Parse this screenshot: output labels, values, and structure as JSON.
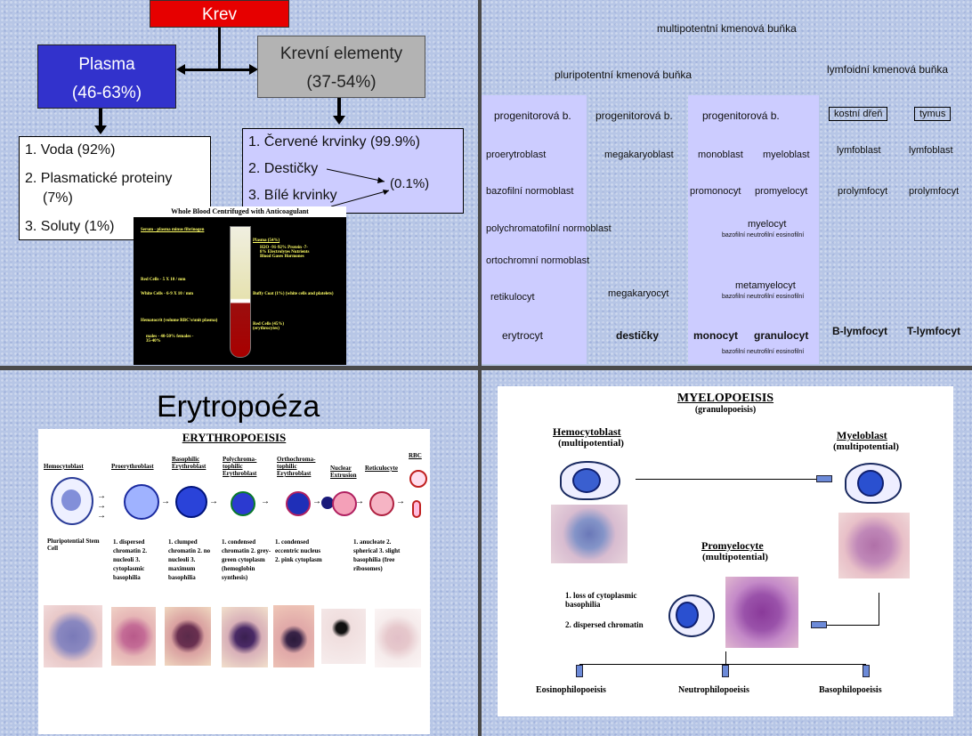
{
  "q1": {
    "krev": "Krev",
    "plasma": {
      "label": "Plasma",
      "pct": "(46-63%)"
    },
    "krevni": {
      "label": "Krevní elementy",
      "pct": "(37-54%)"
    },
    "plasma_list": [
      "1. Voda (92%)",
      "2. Plasmatické proteiny",
      "(7%)",
      "3. Soluty (1%)"
    ],
    "elements_list": [
      "1. Červené krvinky (99.9%)",
      "2. Destičky",
      "3. Bílé krvinky"
    ],
    "elements_pct": "(0.1%)",
    "blood_image": {
      "title": "Whole Blood Centrifuged with Anticoagulant",
      "serum": "Serum - plasma minus fibrinogen",
      "red_cells": "Red Cells - 5 X 10  / mm",
      "white_cells": "White Cells - 6-9 X 10  / mm",
      "hematocrit": "Hematocrit (volume RBC's/unit plasma)",
      "hematocrit_vals": "males - 40-50%  females - 35-40%",
      "plasma": "Plasma (54%)",
      "plasma_items": "H2O -91-92%  Protein -7-8%  Electrolytes  Nutrients  Blood Gases  Hormones",
      "buffy": "Buffy Coat (1%) (white cells and platelets)",
      "redcells": "Red Cells (45%) (erythrocytes)"
    }
  },
  "q2": {
    "multipotent": "multipotentní kmenová buňka",
    "pluripotent": "pluripotentní kmenová buňka",
    "lymfoid": "lymfoidní kmenová buňka",
    "progenitor": "progenitorová b.",
    "kostni": "kostní dřeň",
    "tymus": "tymus",
    "proerytroblast": "proerytroblast",
    "megakaryoblast": "megakaryoblast",
    "monoblast": "monoblast",
    "myeloblast": "myeloblast",
    "lymfoblast": "lymfoblast",
    "bazofilni": "bazofilní normoblast",
    "promonocyt": "promonocyt",
    "promyelocyt": "promyelocyt",
    "prolymfocyt": "prolymfocyt",
    "polychrom": "polychromatofilní normoblast",
    "myelocyt": "myelocyt",
    "ortochrom": "ortochromní normoblast",
    "retikulocyt": "retikulocyt",
    "megakaryocyt": "megakaryocyt",
    "metamyelocyt": "metamyelocyt",
    "sub": "bazofilní  neutrofilní  eosinofilní",
    "erytrocyt": "erytrocyt",
    "desticky": "destičky",
    "monocyt": "monocyt",
    "granulocyt": "granulocyt",
    "blymf": "B-lymfocyt",
    "tlymf": "T-lymfocyt"
  },
  "q3": {
    "title": "Erytropoéza",
    "panel_title": "ERYTHROPOEISIS",
    "stages": [
      "Hemocytoblast",
      "Proerythroblast",
      "Basophilic Erythroblast",
      "Polychroma-tophilic Erythroblast",
      "Orthochroma-tophilic Erythroblast",
      "Nuclear Extrusion",
      "Reticulocyte",
      "RBC"
    ],
    "notes": [
      "Pluripotential Stem Cell",
      "1. dispersed chromatin  2. nucleoli  3. cytoplasmic basophilia",
      "1. clumped chromatin  2. no nucleoli  3. maximum basophilia",
      "1. condensed chromatin  2. grey-green cytoplasm (hemoglobin synthesis)",
      "1. condensed eccentric nucleus  2. pink cytoplasm",
      "1. anucleate  2. spherical  3. slight basophilia (free ribosomes)"
    ]
  },
  "q4": {
    "title": "MYELOPOEISIS",
    "subtitle": "(granulopoeisis)",
    "hemo": "Hemocytoblast",
    "hemo_sub": "(multipotential)",
    "myelo": "Myeloblast",
    "myelo_sub": "(multipotential)",
    "promyelo": "Promyelocyte",
    "promyelo_sub": "(multipotential)",
    "note1": "1. loss of cytoplasmic basophilia",
    "note2": "2. dispersed chromatin",
    "eosino": "Eosinophilopoeisis",
    "neutro": "Neutrophilopoeisis",
    "baso": "Basophilopoeisis"
  }
}
